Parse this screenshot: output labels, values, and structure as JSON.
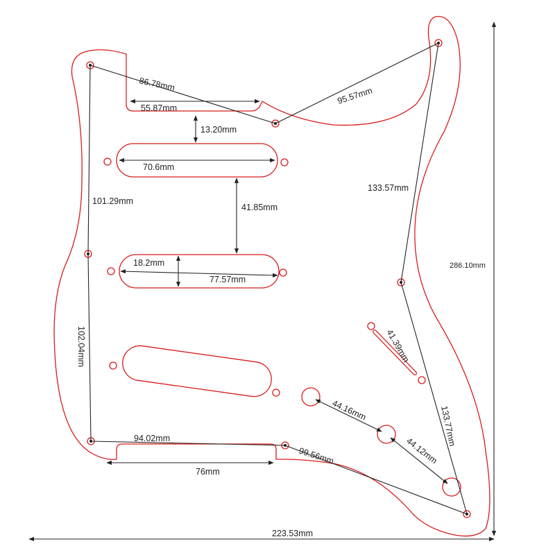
{
  "colors": {
    "outline": "#d81b1b",
    "dimension": "#222222",
    "background": "#ffffff"
  },
  "dimensions": {
    "top_left_to_notch": "86.78mm",
    "neck_pocket_width": "55.87mm",
    "notch_to_top_right": "95.57mm",
    "neck_to_pickup_gap": "13.20mm",
    "neck_pickup_length": "70.6mm",
    "left_upper_edge": "101.29mm",
    "pickup_spacing": "41.85mm",
    "pickup_height": "18.2mm",
    "middle_pickup_length": "77.57mm",
    "right_upper_edge": "133.57mm",
    "overall_height": "286.10mm",
    "switch_slot": "41.39mm",
    "left_lower_edge": "102.04mm",
    "knob_spacing_1": "44.16mm",
    "knob_spacing_2": "44.12mm",
    "right_lower_edge": "133.77mm",
    "bottom_notch_width": "94.02mm",
    "bottom_diagonal": "99.56mm",
    "bottom_cutout": "76mm",
    "overall_width": "223.53mm"
  }
}
